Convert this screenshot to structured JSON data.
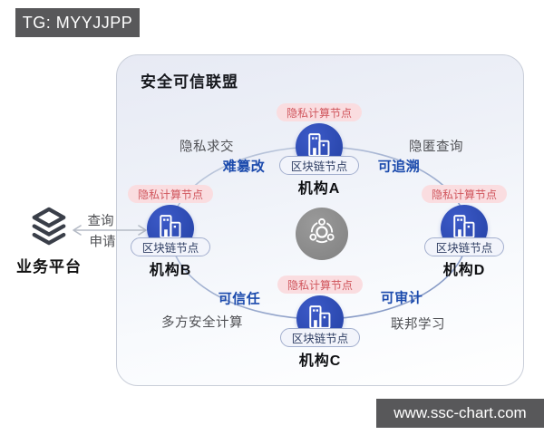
{
  "stamps": {
    "top_left": "TG: MYYJJPP",
    "bottom_right": "www.ssc-chart.com"
  },
  "alliance": {
    "title": "安全可信联盟",
    "nodes": [
      {
        "id": "A",
        "name": "机构A",
        "privacy_badge": "隐私计算节点",
        "chain_badge": "区块链节点"
      },
      {
        "id": "B",
        "name": "机构B",
        "privacy_badge": "隐私计算节点",
        "chain_badge": "区块链节点"
      },
      {
        "id": "C",
        "name": "机构C",
        "privacy_badge": "隐私计算节点",
        "chain_badge": "区块链节点"
      },
      {
        "id": "D",
        "name": "机构D",
        "privacy_badge": "隐私计算节点",
        "chain_badge": "区块链节点"
      }
    ],
    "edges": [
      {
        "position": "top-left",
        "feature": "隐私求交",
        "property": "难篡改"
      },
      {
        "position": "top-right",
        "feature": "隐匿查询",
        "property": "可追溯"
      },
      {
        "position": "bottom-left",
        "feature": "多方安全计算",
        "property": "可信任"
      },
      {
        "position": "bottom-right",
        "feature": "联邦学习",
        "property": "可审计"
      }
    ]
  },
  "platform": {
    "label": "业务平台",
    "arrow_label_top": "查询",
    "arrow_label_bottom": "申请"
  },
  "colors": {
    "node_blue": "#2b48ae",
    "privacy_badge_bg": "#fadde0",
    "privacy_badge_text": "#d0555c",
    "chain_pill_border": "#a3afce",
    "chain_pill_text": "#2f3e63",
    "highlight_blue": "#1c4bad",
    "hub_gray": "#878787",
    "stamp_bg": "#58585a"
  }
}
